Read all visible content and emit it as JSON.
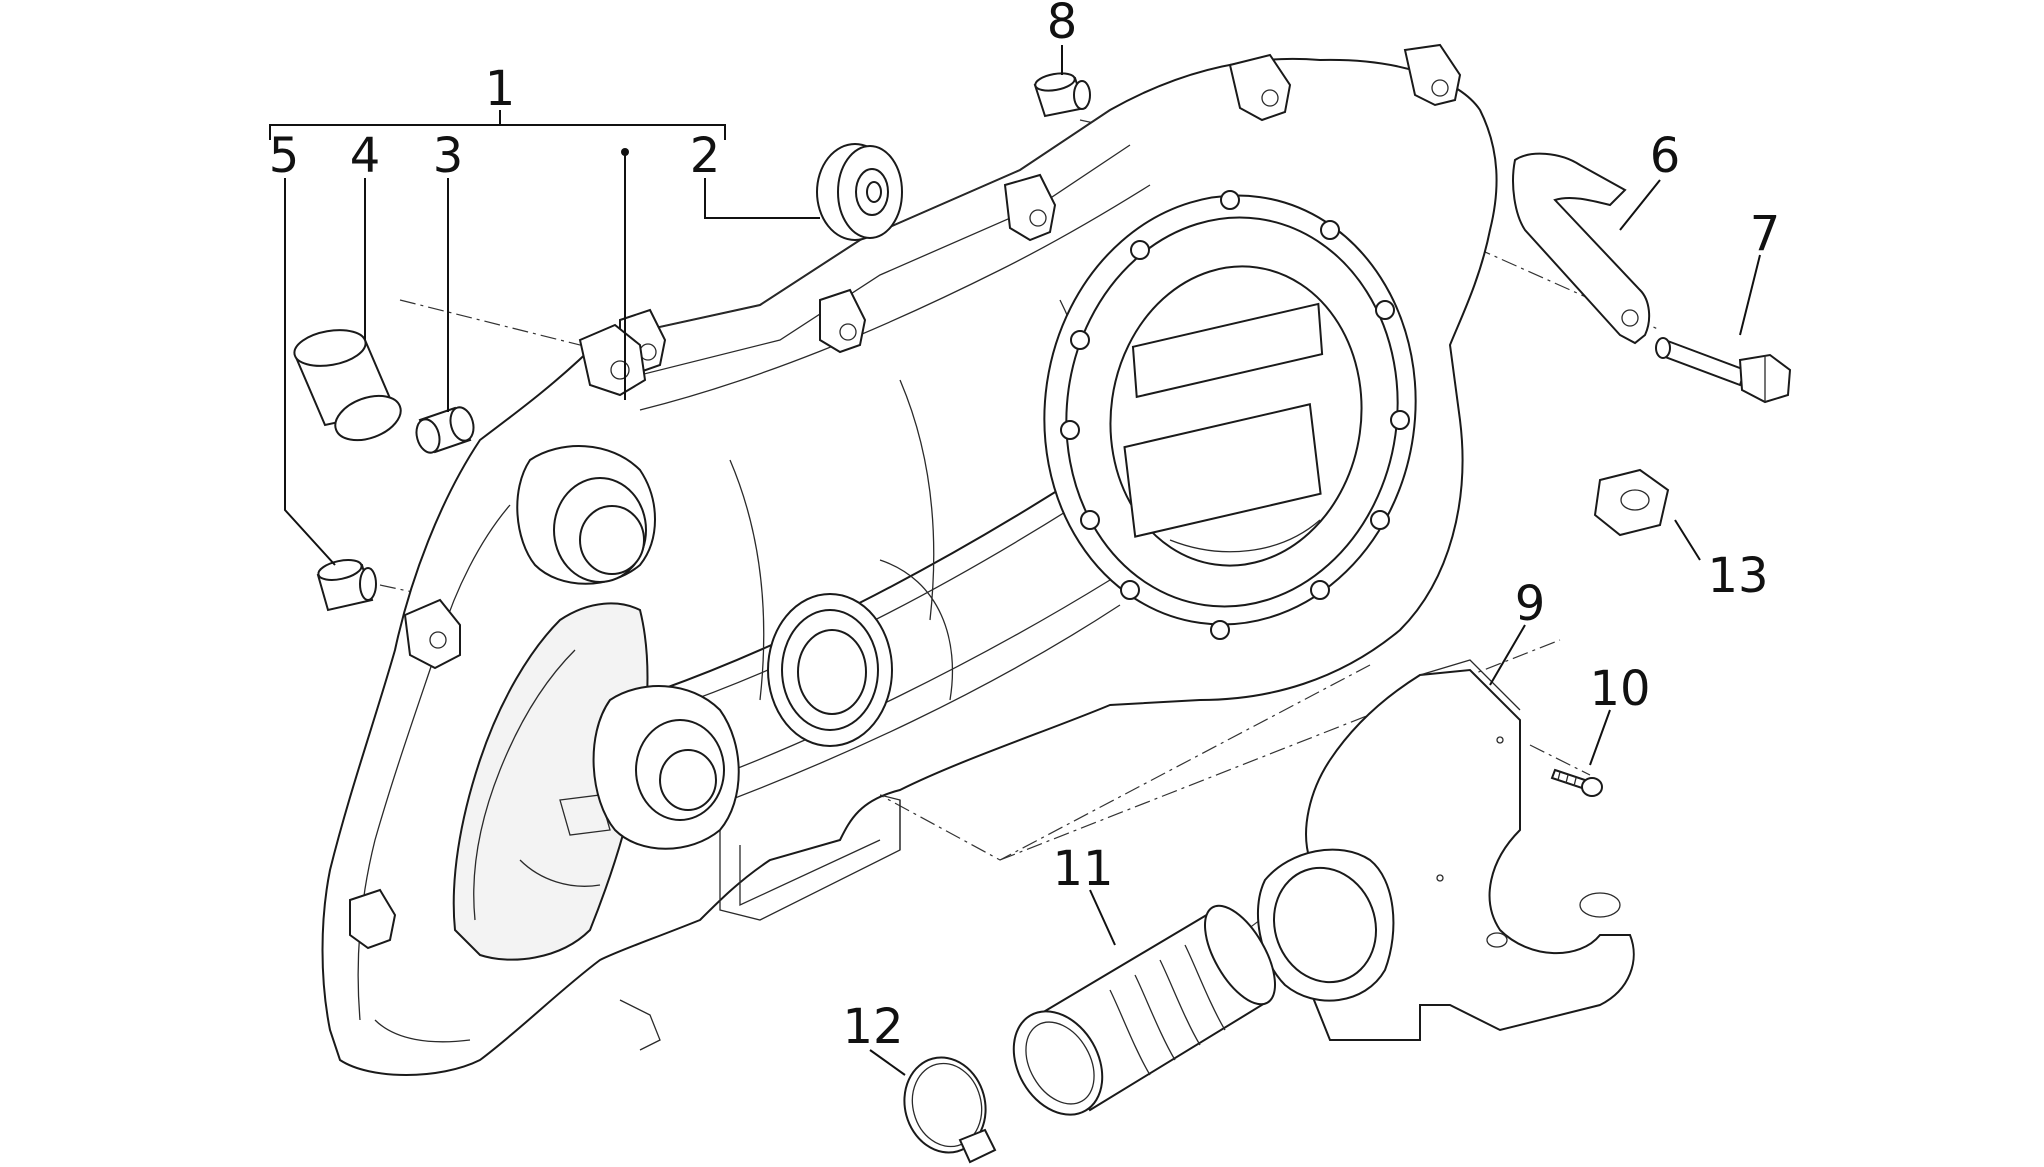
{
  "diagram": {
    "colors": {
      "stroke": "#1a1a1a",
      "fill": "#ffffff",
      "background": "#ffffff"
    },
    "labels": {
      "p1": "1",
      "p2": "2",
      "p3": "3",
      "p4": "4",
      "p5": "5",
      "p6": "6",
      "p7": "7",
      "p8": "8",
      "p9": "9",
      "p10": "10",
      "p11": "11",
      "p12": "12",
      "p13": "13"
    }
  }
}
